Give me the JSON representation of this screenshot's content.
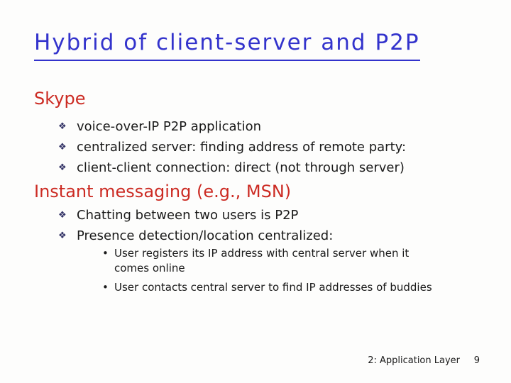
{
  "slide": {
    "title": "Hybrid of client-server and P2P",
    "footer": {
      "left": "2: Application Layer",
      "page": "9"
    }
  },
  "glyphs": {
    "bullet": "❖",
    "sub_bullet": "•"
  },
  "colors": {
    "title": "#3333CC",
    "heading": "#CC2B23",
    "body": "#1A1A1A",
    "bullet_marker": "#333366",
    "background": "#FDFDFC"
  },
  "sections": [
    {
      "heading": "Skype",
      "bullets": [
        "voice-over-IP P2P application",
        "centralized server: finding address of remote party:",
        "client-client connection: direct (not through server)"
      ]
    },
    {
      "heading": "Instant messaging (e.g., MSN)",
      "bullets": [
        "Chatting between two users is P2P",
        "Presence detection/location centralized:"
      ],
      "sub_bullets": [
        "User registers its IP address with central server when it comes online",
        "User contacts central server to find IP addresses of buddies"
      ]
    }
  ]
}
